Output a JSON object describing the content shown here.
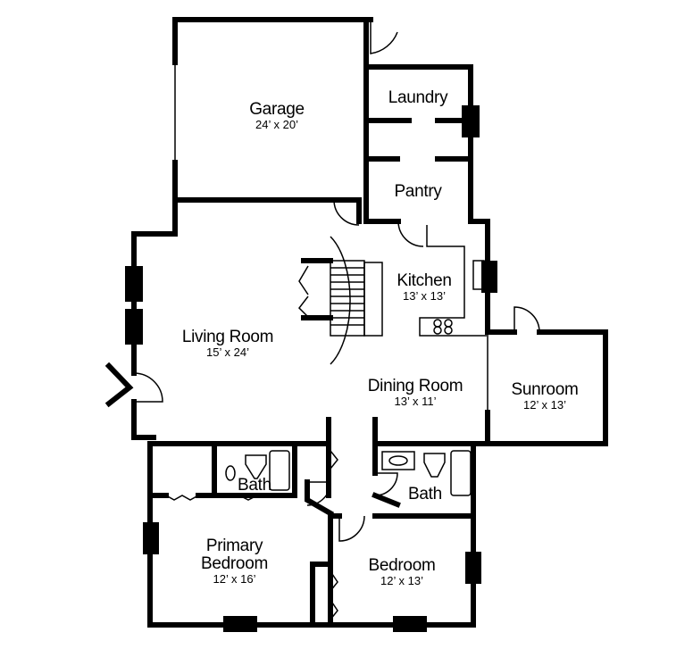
{
  "rooms": {
    "garage": {
      "name": "Garage",
      "dim": "24’ x 20’"
    },
    "laundry": {
      "name": "Laundry",
      "dim": ""
    },
    "pantry": {
      "name": "Pantry",
      "dim": ""
    },
    "kitchen": {
      "name": "Kitchen",
      "dim": "13’ x 13’"
    },
    "living": {
      "name": "Living Room",
      "dim": "15’ x 24’"
    },
    "dining": {
      "name": "Dining Room",
      "dim": "13’ x 11’"
    },
    "sunroom": {
      "name": "Sunroom",
      "dim": "12’ x 13’"
    },
    "bath1": {
      "name": "Bath",
      "dim": ""
    },
    "bath2": {
      "name": "Bath",
      "dim": ""
    },
    "primary": {
      "name": "Primary\nBedroom",
      "dim": "12’ x 16’"
    },
    "bedroom": {
      "name": "Bedroom",
      "dim": "12’ x 13’"
    }
  }
}
